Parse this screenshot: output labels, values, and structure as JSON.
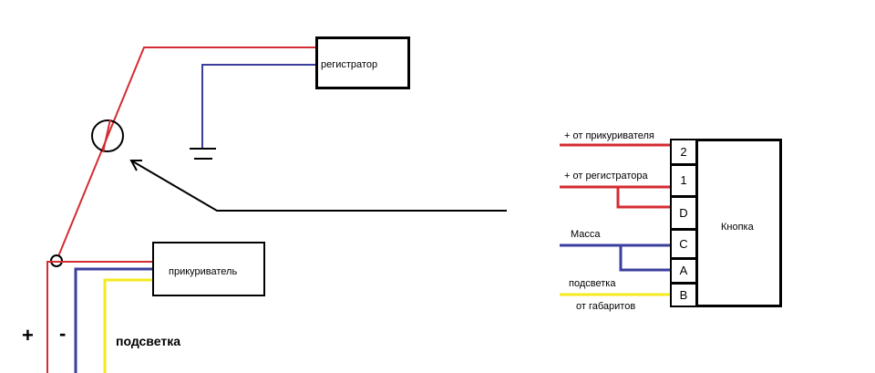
{
  "registrar_label": "регистратор",
  "lighter_label": "прикуриватель",
  "plus_label": "+",
  "minus_label": "-",
  "backlight_main_label": "подсветка",
  "button": {
    "title": "Кнопка",
    "pins": [
      "2",
      "1",
      "D",
      "C",
      "A",
      "B"
    ]
  },
  "wire_labels": {
    "from_lighter": "+ от прикуривателя",
    "from_registrar": "+ от регистратора",
    "ground": "Масса",
    "backlight": "подсветка",
    "from_markers": "от габаритов"
  },
  "colors": {
    "red": "#d42c32",
    "blue": "#3b3f9e",
    "yellow": "#f4ea1e",
    "black": "#000000"
  }
}
